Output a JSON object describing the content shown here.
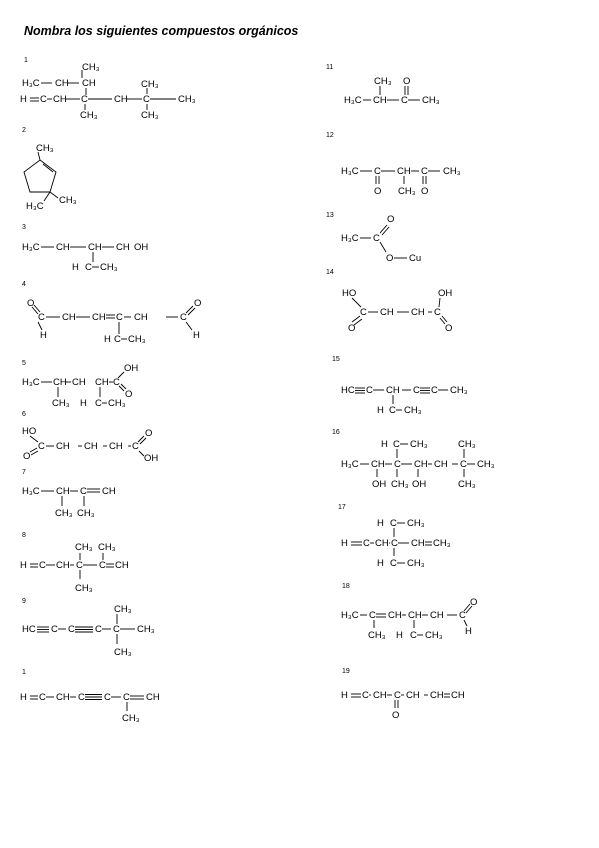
{
  "title": "Nombra los siguientes compuestos orgánicos",
  "numbers": [
    "1",
    "2",
    "3",
    "4",
    "5",
    "6",
    "7",
    "8",
    "9",
    "1",
    "11",
    "12",
    "13",
    "14",
    "15",
    "16",
    "17",
    "18",
    "19"
  ],
  "structures": {
    "s1": {
      "a": "H₃C",
      "b": "CH",
      "c": "CH",
      "d": "CH₃",
      "e": "H",
      "f": "C",
      "g": "CH",
      "h": "CH",
      "i": "CH₃",
      "j": "CH₃",
      "k": "C",
      "l": "CH₃",
      "m": "CH₃",
      "n": "CH₃"
    },
    "s2": {
      "a": "CH₃",
      "b": "H₃C",
      "c": "CH₃"
    },
    "s3": {
      "a": "H₃C",
      "b": "CH",
      "c": "CH",
      "d": "CH",
      "e": "OH",
      "f": "H",
      "g": "C",
      "h": "CH₃"
    },
    "s4": {
      "a": "O",
      "b": "C",
      "c": "CH",
      "d": "CH",
      "e": "C",
      "f": "CH",
      "g": "C",
      "h": "O",
      "i": "H",
      "j": "H",
      "k": "C",
      "l": "CH₃",
      "m": "H"
    },
    "s5": {
      "a": "H₃C",
      "b": "CH",
      "c": "CH",
      "d": "CH",
      "e": "C",
      "f": "OH",
      "g": "O",
      "h": "CH₃",
      "i": "H",
      "j": "C",
      "k": "CH₃"
    },
    "s6": {
      "a": "HO",
      "b": "C",
      "c": "O",
      "d": "CH",
      "e": "CH",
      "f": "CH",
      "g": "C",
      "h": "O",
      "i": "OH"
    },
    "s7": {
      "a": "H₃C",
      "b": "CH",
      "c": "C",
      "d": "CH",
      "e": "CH₃",
      "f": "CH₃"
    },
    "s8": {
      "a": "H",
      "b": "C",
      "c": "CH",
      "d": "C",
      "e": "C",
      "f": "CH",
      "g": "CH₃",
      "h": "CH₃",
      "i": "CH₃"
    },
    "s9": {
      "a": "HC",
      "b": "C",
      "c": "C",
      "d": "C",
      "e": "CH₃",
      "f": "CH₃",
      "g": "CH₃"
    },
    "s10": {
      "a": "H",
      "b": "C",
      "c": "CH",
      "d": "C",
      "e": "C",
      "f": "CH",
      "g": "CH₃"
    },
    "s11": {
      "a": "CH₃",
      "b": "O",
      "c": "H₃C",
      "d": "CH",
      "e": "C",
      "f": "CH₃"
    },
    "s12": {
      "a": "H₃C",
      "b": "C",
      "c": "CH",
      "d": "C",
      "e": "CH₃",
      "f": "O",
      "g": "CH₃",
      "h": "O"
    },
    "s13": {
      "a": "O",
      "b": "H₃C",
      "c": "C",
      "d": "O",
      "e": "Cu"
    },
    "s14": {
      "a": "HO",
      "b": "OH",
      "c": "C",
      "d": "CH",
      "e": "C",
      "f": "O",
      "g": "O"
    },
    "s15": {
      "a": "HC",
      "b": "C",
      "c": "CH",
      "d": "C",
      "e": "C",
      "f": "CH₃",
      "g": "H",
      "h": "C",
      "i": "CH₃"
    },
    "s16": {
      "a": "H",
      "b": "C",
      "c": "CH₃",
      "d": "CH₃",
      "e": "H₃C",
      "f": "CH",
      "g": "C",
      "h": "CH",
      "i": "CH",
      "j": "C",
      "k": "CH₃",
      "l": "OH",
      "m": "CH₃",
      "n": "OH",
      "o": "CH₃"
    },
    "s17": {
      "a": "H",
      "b": "C",
      "c": "CH₃",
      "d": "H",
      "e": "C",
      "f": "CH",
      "g": "C",
      "h": "CH",
      "i": "CH₃",
      "j": "H",
      "k": "C",
      "l": "CH₃"
    },
    "s18": {
      "a": "H₃C",
      "b": "C",
      "c": "CH",
      "d": "CH",
      "e": "CH",
      "f": "C",
      "g": "O",
      "h": "CH₃",
      "i": "H",
      "j": "C",
      "k": "CH₃",
      "l": "H"
    },
    "s19": {
      "a": "H",
      "b": "C",
      "c": "CH",
      "d": "C",
      "e": "CH",
      "f": "CH",
      "g": "CH",
      "h": "O"
    }
  }
}
